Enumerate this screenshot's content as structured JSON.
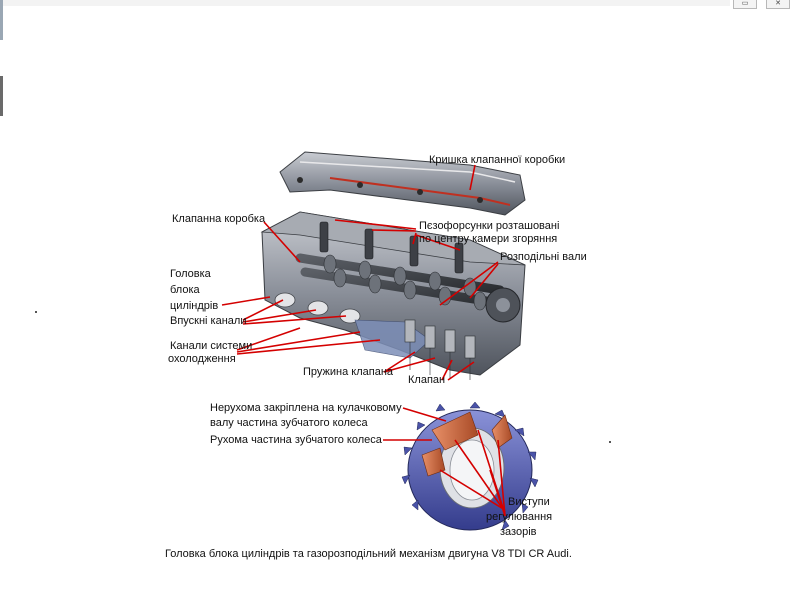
{
  "labels": {
    "cover": "Кришка клапанної коробки",
    "valve_box": "Клапанна коробка",
    "injectors_1": "Пєзофорсунки розташовані",
    "injectors_2": "по центру камери згоряння",
    "camshafts": "Розподільні вали",
    "head_1": "Головка",
    "head_2": "блока",
    "head_3": "циліндрів",
    "intake": "Впускні канали",
    "cooling_1": "Канали системи",
    "cooling_2": "охолодження",
    "spring": "Пружина  клапана",
    "valve": "Клапан",
    "fixed_gear_1": "Нерухома закріплена на кулачковому",
    "fixed_gear_2": "валу частина зубчатого колеса",
    "moving_gear": "Рухома частина зубчатого колеса",
    "lugs_1": "Виступи",
    "lugs_2": "регулювання",
    "lugs_3": "зазорів"
  },
  "caption": "Головка блока циліндрів та газорозподільний механізм двигуна V8 TDI CR Audi.",
  "colors": {
    "leader_line": "#d40000",
    "metal": "#8a8f99",
    "gear_blue": "#5a64b8",
    "gear_orange": "#c8643c"
  }
}
